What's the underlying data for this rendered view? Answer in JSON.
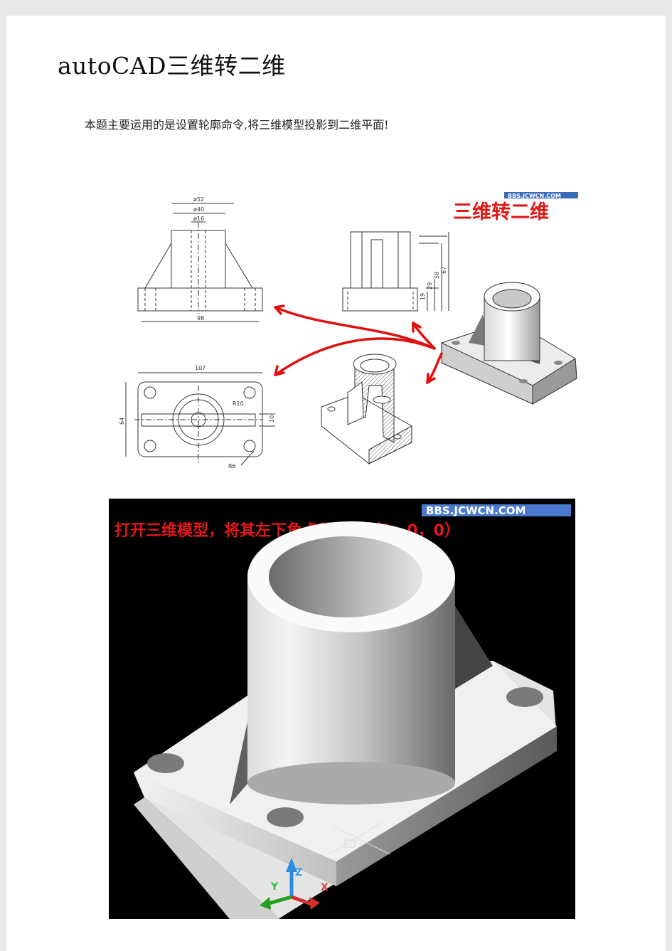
{
  "document": {
    "title": "autoCAD三维转二维",
    "intro": "本题主要运用的是设置轮廓命令,将三维模型投影到二维平面!"
  },
  "figure1": {
    "watermark": "BBS.JCWCN.COM",
    "caption": "三维转二维",
    "dims": {
      "d52": "ø52",
      "d40": "ø40",
      "d16": "ø16",
      "w98": "98",
      "w107": "107",
      "h64": "64",
      "r10": "R10",
      "r6": "R6",
      "t10": "10",
      "h19": "19",
      "h29": "29",
      "h58": "58",
      "h67": "67"
    },
    "colors": {
      "arrow": "#e01010",
      "caption": "#e01818"
    }
  },
  "figure2": {
    "watermark": "BBS.JCWCN.COM",
    "caption": "打开三维模型，将其左下角点移动到（0，0，0）",
    "axes": {
      "z": "Z",
      "y": "Y",
      "x": "X"
    },
    "colors": {
      "caption": "#e01818",
      "background": "#000000"
    }
  }
}
